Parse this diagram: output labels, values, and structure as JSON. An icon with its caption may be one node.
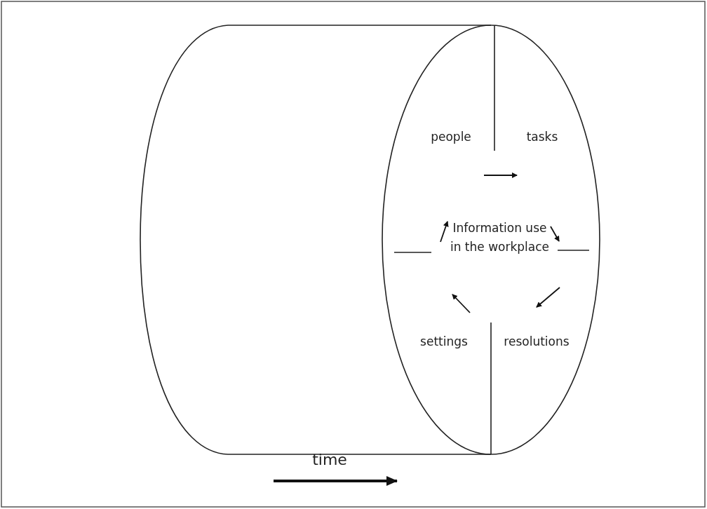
{
  "diagram": {
    "nodes": [
      {
        "text": [],
        "shape": "cylinder"
      }
    ],
    "labels": [
      "people",
      "tasks",
      "Information use in the workplace",
      "settings",
      "resolutions",
      "time"
    ]
  }
}
